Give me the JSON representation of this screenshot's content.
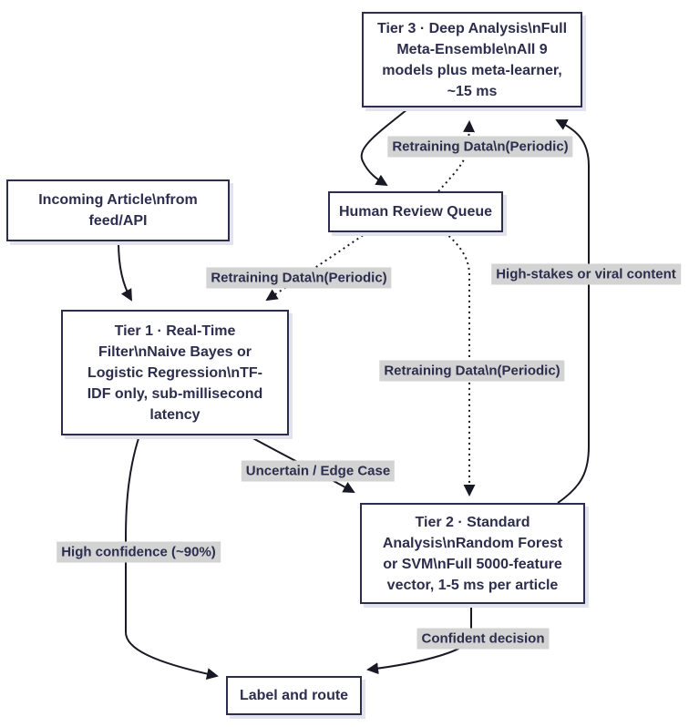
{
  "colors": {
    "node_border": "#2d2d4e",
    "node_fill": "#ffffff",
    "node_text": "#2d2d4e",
    "node_shadow": "#e3e3ee",
    "edge_stroke": "#191925",
    "edge_label_bg": "#d3d3d3"
  },
  "nodes": [
    {
      "id": "tier3",
      "label": "Tier 3 · Deep Analysis\\nFull\nMeta-Ensemble\\nAll 9\nmodels plus meta-learner,\n~15 ms"
    },
    {
      "id": "incoming",
      "label": "Incoming Article\\nfrom\nfeed/API"
    },
    {
      "id": "human-review-queue",
      "label": "Human Review Queue"
    },
    {
      "id": "tier1",
      "label": "Tier 1 · Real-Time\nFilter\\nNaive Bayes or\nLogistic Regression\\nTF-\nIDF only, sub-millisecond\nlatency"
    },
    {
      "id": "tier2",
      "label": "Tier 2 · Standard\nAnalysis\\nRandom Forest\nor SVM\\nFull 5000-feature\nvector, 1-5 ms per article"
    },
    {
      "id": "label-and-route",
      "label": "Label and route"
    }
  ],
  "edge_labels": [
    {
      "id": "retraining-top",
      "text": "Retraining Data\\n(Periodic)"
    },
    {
      "id": "retraining-left",
      "text": "Retraining Data\\n(Periodic)"
    },
    {
      "id": "high-stakes",
      "text": "High-stakes or viral content"
    },
    {
      "id": "retraining-mid",
      "text": "Retraining Data\\n(Periodic)"
    },
    {
      "id": "uncertain",
      "text": "Uncertain / Edge Case"
    },
    {
      "id": "high-confidence",
      "text": "High confidence (~90%)"
    },
    {
      "id": "confident-decision",
      "text": "Confident decision"
    }
  ]
}
